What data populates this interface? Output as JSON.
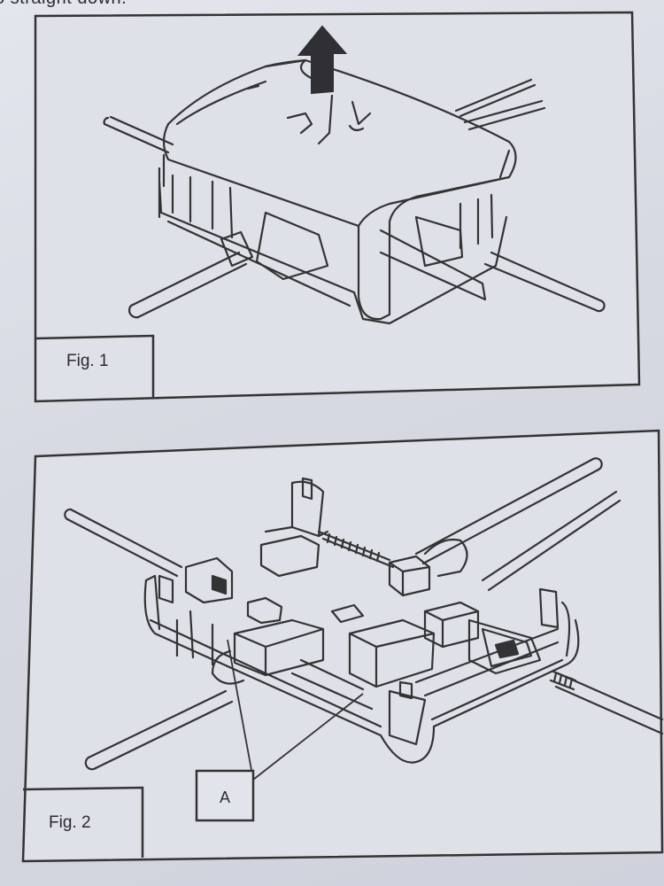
{
  "header": {
    "text": "o straight down."
  },
  "figures": [
    {
      "label": "Fig. 1"
    },
    {
      "label": "Fig. 2",
      "callout": "A"
    }
  ],
  "colors": {
    "ink": "#2b2b30",
    "paper": "#dcdee6",
    "arrow": "#2f2f34"
  }
}
